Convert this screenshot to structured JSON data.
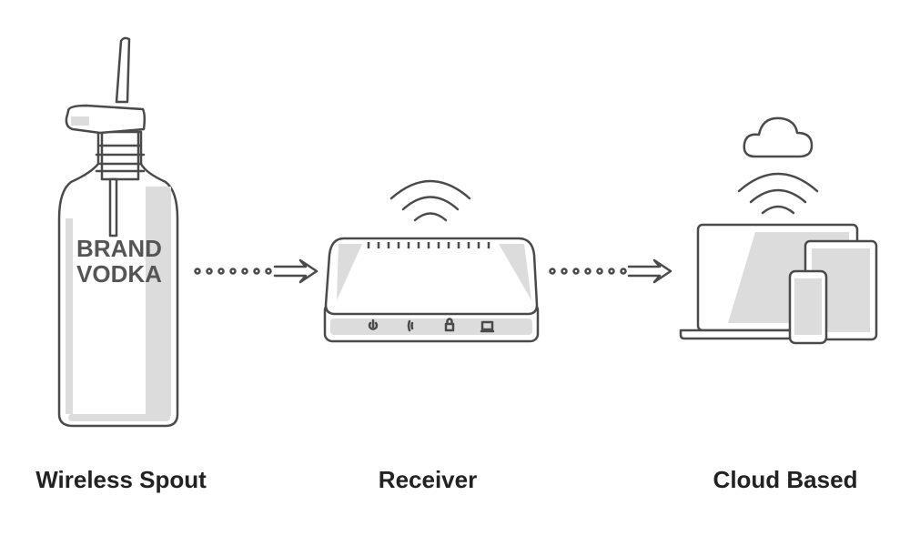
{
  "bottle": {
    "brand_line1": "BRAND",
    "brand_line2": "VODKA"
  },
  "stages": [
    {
      "label": "Wireless Spout",
      "icon": "bottle-with-spout-icon"
    },
    {
      "label": "Receiver",
      "icon": "router-icon"
    },
    {
      "label": "Cloud Based",
      "icon": "cloud-devices-icon"
    }
  ],
  "colors": {
    "stroke": "#4a4a4a",
    "fill": "#dcdcdc",
    "text": "#222222"
  }
}
